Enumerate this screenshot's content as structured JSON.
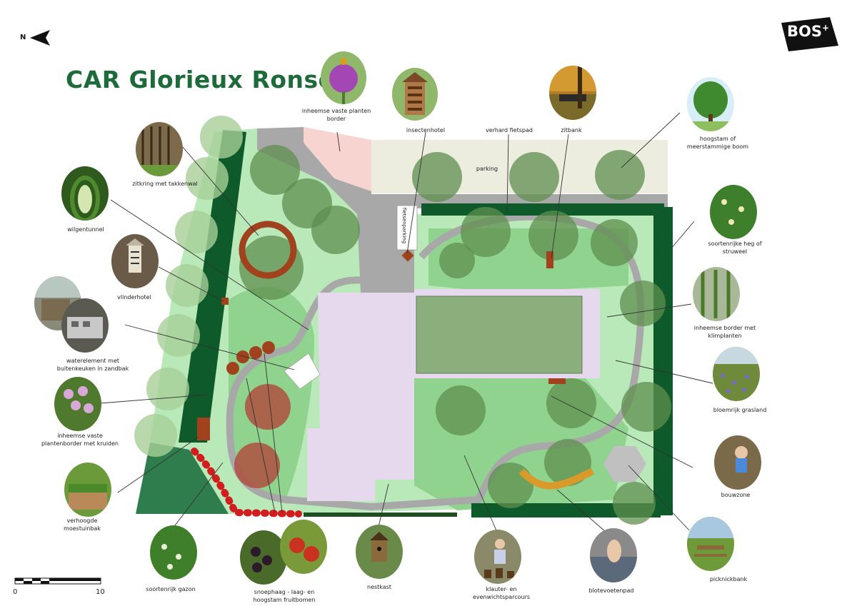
{
  "title": "CAR  Glorieux Ronse",
  "logo": {
    "text": "BOS",
    "sup": "+"
  },
  "north_arrow": {
    "letter": "N"
  },
  "scale": {
    "start": "0",
    "end": "10"
  },
  "plan_labels": {
    "parking": "parking",
    "fietsparking": "fietsenparking"
  },
  "legend": [
    {
      "id": "inheemse-vaste-planten-border",
      "label": "inheemse vaste planten border"
    },
    {
      "id": "insectenhotel",
      "label": "insectenhotel"
    },
    {
      "id": "verhard-fietspad",
      "label": "verhard fietspad"
    },
    {
      "id": "zitbank",
      "label": "zitbank"
    },
    {
      "id": "hoogstam",
      "label": "hoogstam of meerstammige boom"
    },
    {
      "id": "zitkring",
      "label": "zitkring met takkenwal"
    },
    {
      "id": "wilgentunnel",
      "label": "wilgentunnel"
    },
    {
      "id": "soortenrijke-heg",
      "label": "soortenrijke heg of struweel"
    },
    {
      "id": "vlinderhotel",
      "label": "vlinderhotel"
    },
    {
      "id": "waterelement",
      "label": "waterelement met buitenkeuken in zandbak"
    },
    {
      "id": "inheemse-border-klimplanten",
      "label": "inheemse border met klimplanten"
    },
    {
      "id": "bloemrijk-grasland",
      "label": "bloemrijk grasland"
    },
    {
      "id": "plantenborder-kruiden",
      "label": "inheemse vaste plantenborder met kruiden"
    },
    {
      "id": "bouwzone",
      "label": "bouwzone"
    },
    {
      "id": "moestuinbak",
      "label": "verhoogde moestuinbak"
    },
    {
      "id": "gazon",
      "label": "soortenrijk gazon"
    },
    {
      "id": "snoephaag",
      "label": "snoephaag - laag- en hoogstam fruitbomen"
    },
    {
      "id": "nestkast",
      "label": "nestkast"
    },
    {
      "id": "klauter",
      "label": "klauter- en evenwichtsparcours"
    },
    {
      "id": "blotevoetenpad",
      "label": "blotevoetenpad"
    },
    {
      "id": "picknickbank",
      "label": "picknickbank"
    }
  ],
  "colors": {
    "title": "#1d6a3a",
    "lawn": "#b9e8b9",
    "meadow": "#8fd38f",
    "hedge": "#0e5a2a",
    "tree": "#5f8f4f",
    "path": "#a8a8a8",
    "building": "#e6d9ee",
    "fruit": "#b0493a",
    "parking": "#ececdf"
  }
}
